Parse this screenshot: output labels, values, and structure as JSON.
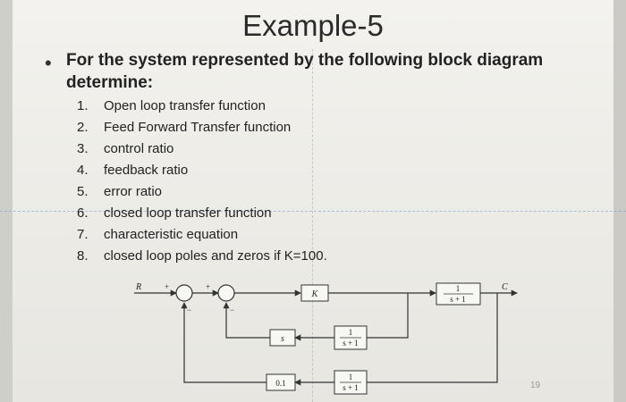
{
  "slide": {
    "title": "Example-5",
    "intro": "For the system represented by the following block diagram determine:",
    "items": [
      {
        "num": "1.",
        "text": "Open loop transfer function"
      },
      {
        "num": "2.",
        "text": "Feed Forward Transfer function"
      },
      {
        "num": "3.",
        "text": "control ratio"
      },
      {
        "num": "4.",
        "text": "feedback ratio"
      },
      {
        "num": "5.",
        "text": "error ratio"
      },
      {
        "num": "6.",
        "text": "closed loop transfer function"
      },
      {
        "num": "7.",
        "text": "characteristic equation"
      },
      {
        "num": "8.",
        "text": "closed loop poles and zeros if K=100."
      }
    ],
    "page_number": "19"
  },
  "diagram": {
    "input_label": "R",
    "output_label": "C",
    "gain_block": "K",
    "forward_num": "1",
    "forward_den": "s + 1",
    "feedback1_block": "s",
    "feedback2_num": "1",
    "feedback2_den": "s + 1",
    "gain2_block": "0.1",
    "feedback3_num": "1",
    "feedback3_den": "s + 1",
    "sign_plus": "+",
    "sign_minus": "−"
  }
}
